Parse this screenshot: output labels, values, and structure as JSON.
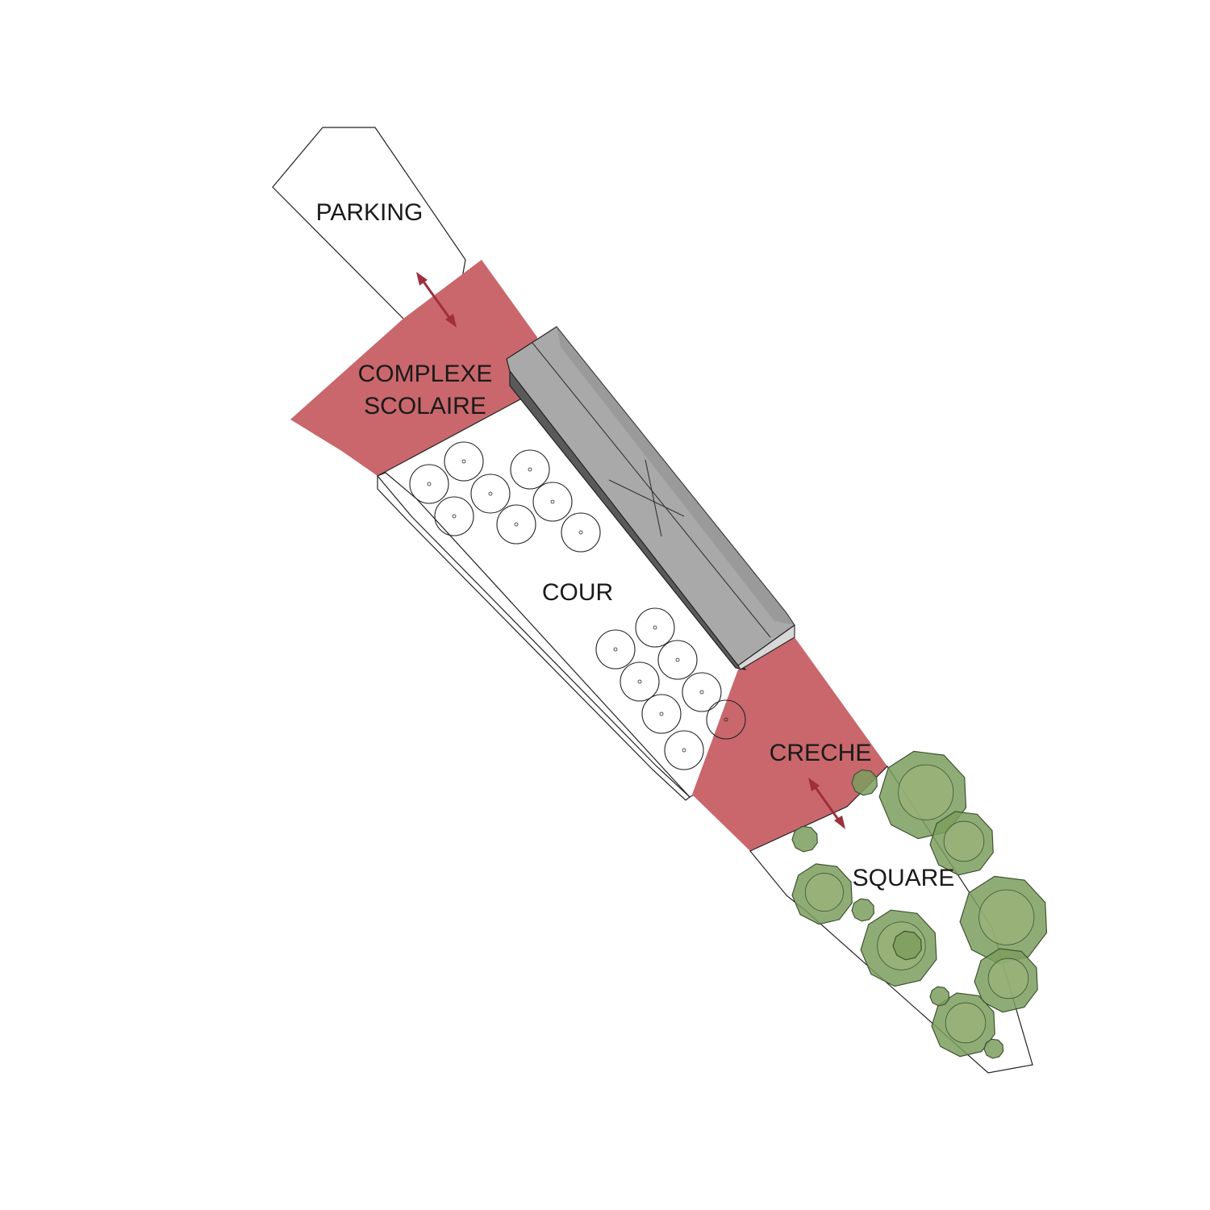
{
  "labels": {
    "parking": "PARKING",
    "complexe_line1": "COMPLEXE",
    "complexe_line2": "SCOLAIRE",
    "cour": "COUR",
    "creche": "CRECHE",
    "square": "SQUARE"
  },
  "colors": {
    "zone_fill": "#c9676c",
    "ground_fill": "#fdfdfe",
    "square_fill": "#f2f2f2",
    "roof_fill": "#a9a9a9",
    "roof_dark": "#8c8c8c",
    "arrow": "#9e2f3c",
    "tree_fill": "#7d9e5e",
    "tree_stroke": "#3c5530"
  },
  "icons": {
    "access_arrow": "double-headed-arrow-icon",
    "tree": "tree-icon",
    "planting_circle": "planting-circle-icon"
  }
}
